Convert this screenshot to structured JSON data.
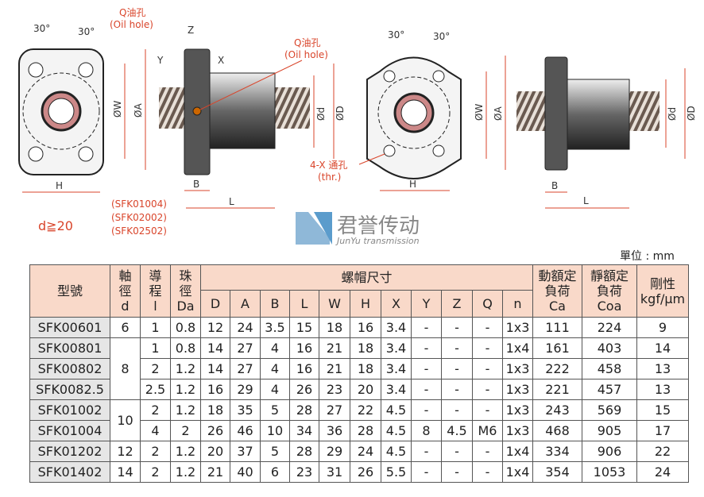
{
  "drawing": {
    "q_oil_cn": "Q油孔",
    "q_oil_en": "(Oil hole)",
    "angle": "30°",
    "dim_phiW": "ØW",
    "dim_phiA": "ØA",
    "dim_phid": "Ød",
    "dim_phiD": "ØD",
    "dim_H": "H",
    "dim_B": "B",
    "dim_L": "L",
    "dim_Z": "Z",
    "dim_Y": "Y",
    "dim_X": "X",
    "thru_hole_cn": "4-X 通孔",
    "thru_hole_en": "(thr.)",
    "note_d": "d≧20",
    "applicable_models": [
      "(SFK01004)",
      "(SFK02002)",
      "(SFK02502)"
    ]
  },
  "brand": {
    "name_cn": "君誉传动",
    "name_en": "JunYu transmission"
  },
  "unit": "單位 : mm",
  "table": {
    "h_model": "型號",
    "h_shaft": [
      "軸",
      "徑",
      "d"
    ],
    "h_lead": [
      "導",
      "程",
      "l"
    ],
    "h_ball": [
      "珠",
      "徑",
      "Da"
    ],
    "h_nut": "螺帽尺寸",
    "nut_cols": [
      "D",
      "A",
      "B",
      "L",
      "W",
      "H",
      "X",
      "Y",
      "Z",
      "Q",
      "n"
    ],
    "h_ca": [
      "動額定",
      "負荷",
      "Ca"
    ],
    "h_coa": [
      "靜額定",
      "負荷",
      "Coa"
    ],
    "h_stiff": [
      "剛性",
      "kgf/µm"
    ],
    "rows": [
      [
        "SFK00601",
        "6",
        "1",
        "0.8",
        "12",
        "24",
        "3.5",
        "15",
        "18",
        "16",
        "3.4",
        "-",
        "-",
        "-",
        "1x3",
        "111",
        "224",
        "9"
      ],
      [
        "SFK00801",
        "8",
        "1",
        "0.8",
        "14",
        "27",
        "4",
        "16",
        "21",
        "18",
        "3.4",
        "-",
        "-",
        "-",
        "1x4",
        "161",
        "403",
        "14"
      ],
      [
        "SFK00802",
        "",
        "2",
        "1.2",
        "14",
        "27",
        "4",
        "16",
        "21",
        "18",
        "3.4",
        "-",
        "-",
        "-",
        "1x3",
        "222",
        "458",
        "13"
      ],
      [
        "SFK0082.5",
        "",
        "2.5",
        "1.2",
        "16",
        "29",
        "4",
        "26",
        "23",
        "20",
        "3.4",
        "-",
        "-",
        "-",
        "1x3",
        "221",
        "457",
        "13"
      ],
      [
        "SFK01002",
        "10",
        "2",
        "1.2",
        "18",
        "35",
        "5",
        "28",
        "27",
        "22",
        "4.5",
        "-",
        "-",
        "-",
        "1x3",
        "243",
        "569",
        "15"
      ],
      [
        "SFK01004",
        "",
        "4",
        "2",
        "26",
        "46",
        "10",
        "34",
        "36",
        "28",
        "4.5",
        "8",
        "4.5",
        "M6",
        "1x3",
        "468",
        "905",
        "17"
      ],
      [
        "SFK01202",
        "12",
        "2",
        "1.2",
        "20",
        "37",
        "5",
        "28",
        "29",
        "24",
        "4.5",
        "-",
        "-",
        "-",
        "1x4",
        "334",
        "906",
        "22"
      ],
      [
        "SFK01402",
        "14",
        "2",
        "1.2",
        "21",
        "40",
        "6",
        "23",
        "31",
        "26",
        "5.5",
        "-",
        "-",
        "-",
        "1x4",
        "354",
        "1053",
        "24"
      ]
    ]
  }
}
